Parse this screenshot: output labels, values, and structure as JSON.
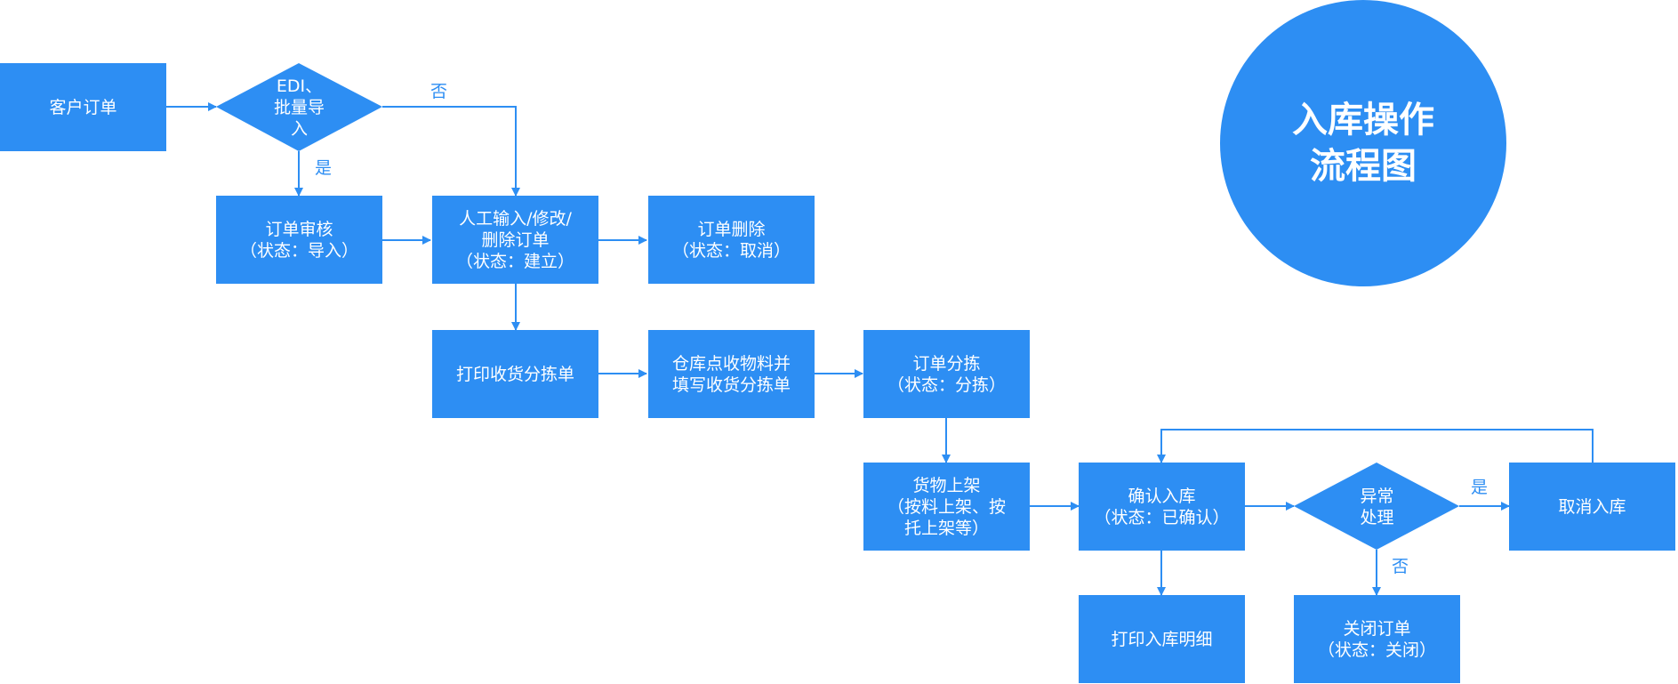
{
  "title": {
    "line1": "入库操作",
    "line2": "流程图"
  },
  "nodes": {
    "customer_order": {
      "label": "客户订单"
    },
    "edi_decision": {
      "line1": "EDI、",
      "line2": "批量导",
      "line3": "入"
    },
    "order_review": {
      "line1": "订单审核",
      "line2": "（状态：导入）"
    },
    "manual_input": {
      "line1": "人工输入/修改/",
      "line2": "删除订单",
      "line3": "（状态：建立）"
    },
    "order_delete": {
      "line1": "订单删除",
      "line2": "（状态：取消）"
    },
    "print_sort_sheet": {
      "label": "打印收货分拣单"
    },
    "warehouse_count": {
      "line1": "仓库点收物料并",
      "line2": "填写收货分拣单"
    },
    "order_sorting": {
      "line1": "订单分拣",
      "line2": "（状态：分拣）"
    },
    "shelving": {
      "line1": "货物上架",
      "line2": "（按料上架、按",
      "line3": "托上架等）"
    },
    "confirm_inbound": {
      "line1": "确认入库",
      "line2": "（状态：已确认）"
    },
    "exception_decision": {
      "line1": "异常",
      "line2": "处理"
    },
    "cancel_inbound": {
      "label": "取消入库"
    },
    "print_details": {
      "label": "打印入库明细"
    },
    "close_order": {
      "line1": "关闭订单",
      "line2": "（状态：关闭）"
    }
  },
  "edge_labels": {
    "edi_no": "否",
    "edi_yes": "是",
    "exception_yes": "是",
    "exception_no": "否"
  },
  "colors": {
    "primary": "#2d8ef3",
    "text_on_primary": "#ffffff",
    "background": "#ffffff"
  }
}
